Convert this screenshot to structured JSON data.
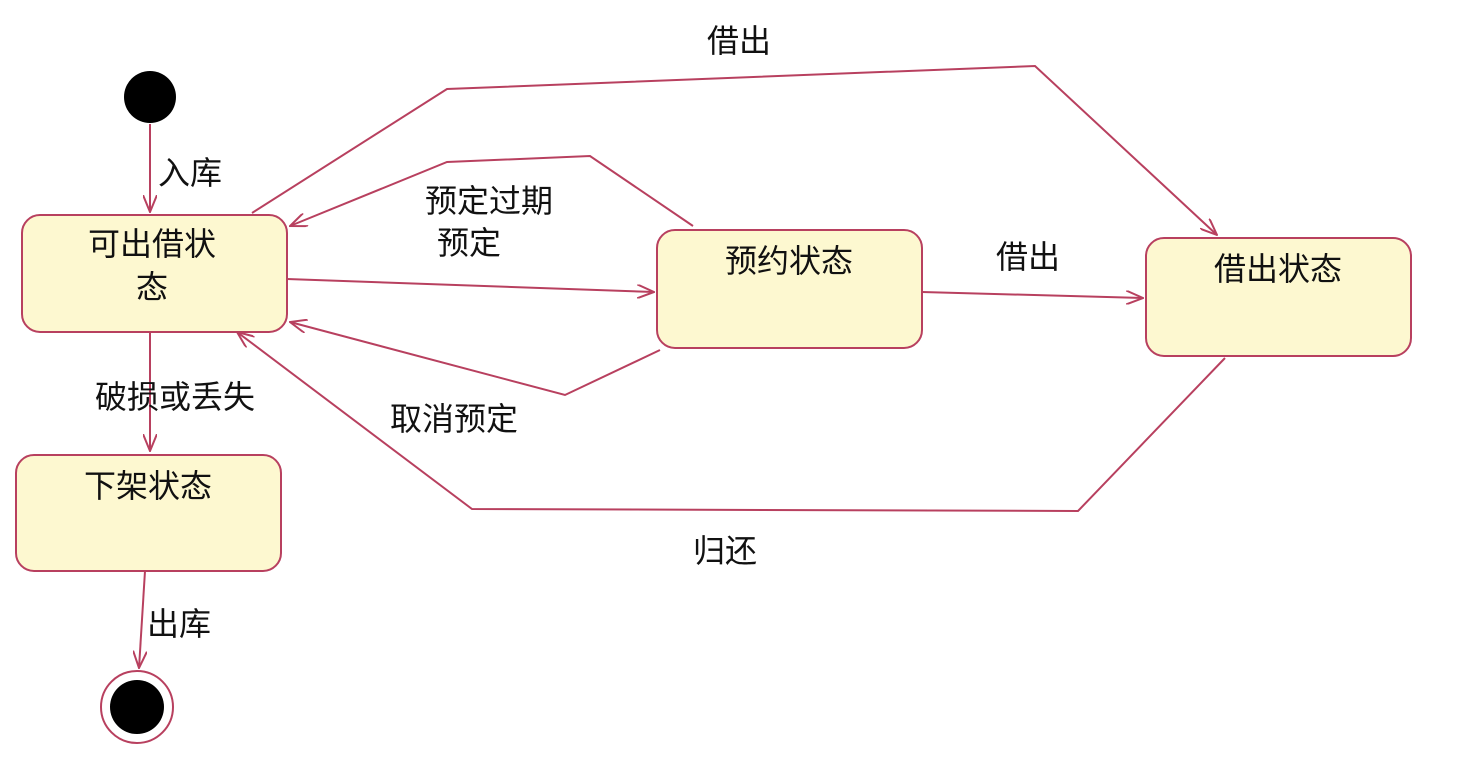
{
  "states": {
    "available": {
      "line1": "可出借状",
      "line2": "态"
    },
    "reserved": {
      "label": "预约状态"
    },
    "borrowed": {
      "label": "借出状态"
    },
    "removed": {
      "label": "下架状态"
    }
  },
  "transitions": {
    "stock_in": "入库",
    "borrow_top": "借出",
    "reserve_expire": "预定过期",
    "reserve": "预定",
    "borrow_from_reserved": "借出",
    "cancel_reserve": "取消预定",
    "damaged_or_lost": "破损或丢失",
    "return": "归还",
    "stock_out": "出库"
  },
  "colors": {
    "state_fill": "#fdf8d0",
    "stroke": "#b8405f",
    "node": "#000000"
  }
}
